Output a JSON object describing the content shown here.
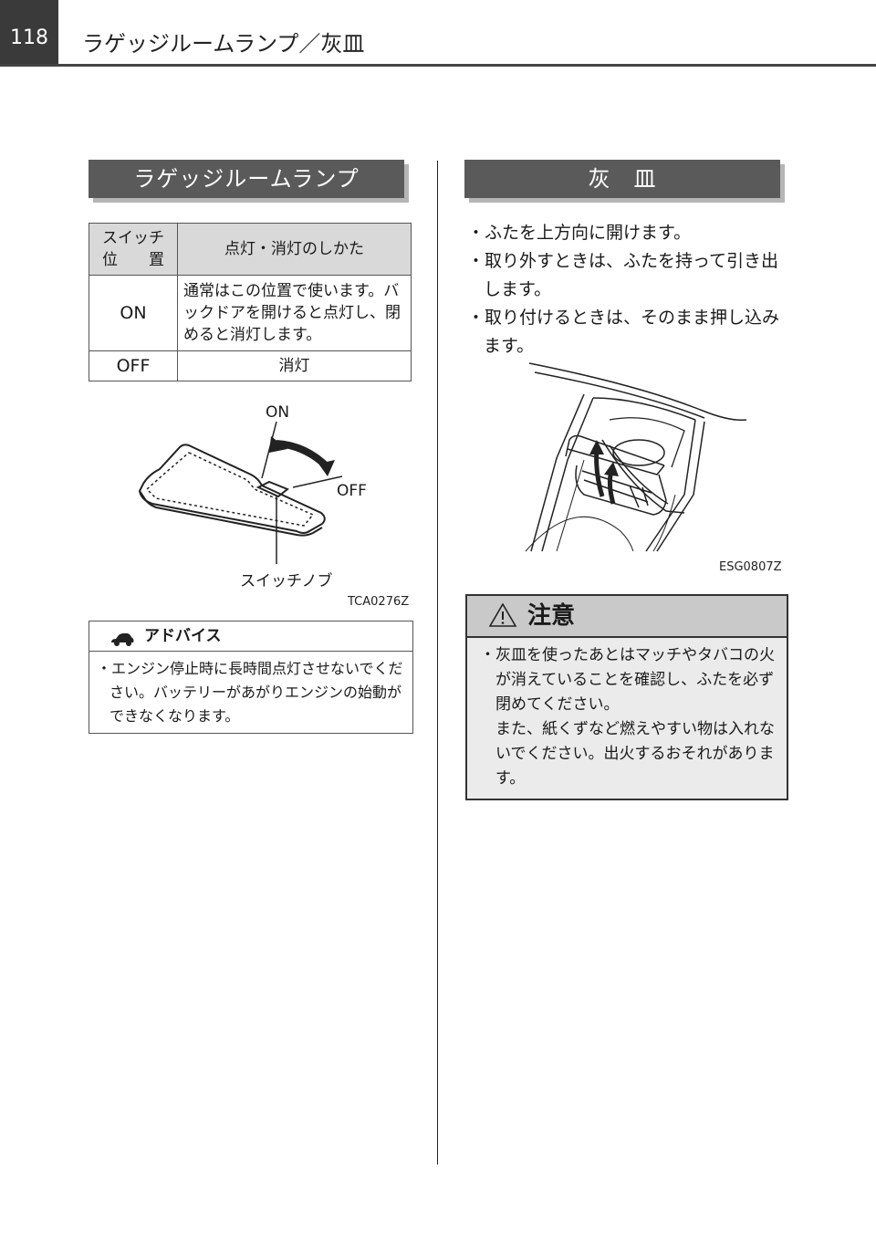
{
  "header": {
    "page_number": "118",
    "title": "ラゲッジルームランプ／灰皿"
  },
  "luggage": {
    "heading": "ラゲッジルームランプ",
    "table": {
      "col1_header": "スイッチ\n位　　置",
      "col2_header": "点灯・消灯のしかた",
      "rows": [
        {
          "position": "ON",
          "description": "通常はこの位置で使います。バックドアを開けると点灯し、閉めると消灯します。"
        },
        {
          "position": "OFF",
          "description": "消灯"
        }
      ]
    },
    "figure": {
      "label_on": "ON",
      "label_off": "OFF",
      "label_knob": "スイッチノブ",
      "code": "TCA0276Z"
    },
    "advice": {
      "icon": "car-icon",
      "heading": "アドバイス",
      "items": [
        "・エンジン停止時に長時間点灯させないでください。バッテリーがあがりエンジンの始動ができなくなります。"
      ]
    }
  },
  "ashtray": {
    "heading": "灰　皿",
    "bullets": [
      "・ふたを上方向に開けます。",
      "・取り外すときは、ふたを持って引き出します。",
      "・取り付けるときは、そのまま押し込みます。"
    ],
    "figure": {
      "code": "ESG0807Z"
    },
    "caution": {
      "icon": "warning-triangle-icon",
      "heading": "注意",
      "item": "・灰皿を使ったあとはマッチやタバコの火が消えていることを確認し、ふたを必ず閉めてください。",
      "continuation": "また、紙くずなど燃えやすい物は入れないでください。出火するおそれがあります。"
    }
  }
}
